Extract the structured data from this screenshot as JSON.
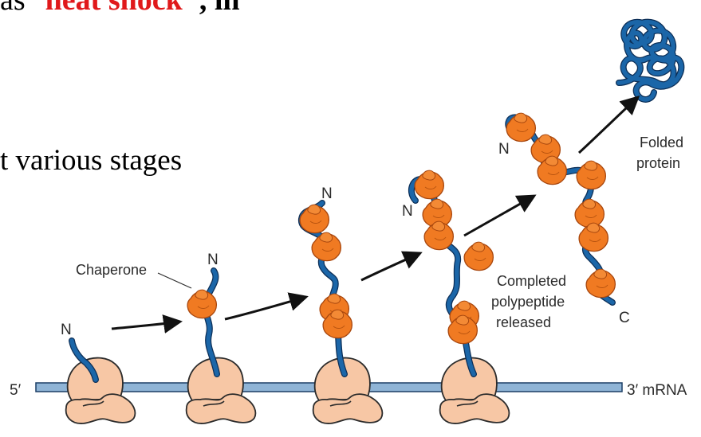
{
  "slide": {
    "title_prefix": " as \"",
    "title_highlight": "heat shock",
    "title_suffix": "\", in",
    "body_fragment": "t various stages"
  },
  "diagram": {
    "labels": {
      "five_prime": "5′",
      "three_prime_mrna": "3′  mRNA",
      "chaperone": "Chaperone",
      "n_terminus": "N",
      "c_terminus": "C",
      "completed_line1": "Completed",
      "completed_line2": "polypeptide",
      "completed_line3": "released",
      "folded_line1": "Folded",
      "folded_line2": "protein"
    },
    "colors": {
      "ribosome_fill": "#f7c7a5",
      "ribosome_stroke": "#2b2b2b",
      "chaperone_fill": "#f07a22",
      "chaperone_stroke": "#a8470e",
      "polypeptide": "#1b66a8",
      "polypeptide_outline": "#0d2f57",
      "mrna_fill": "#8fb4d6",
      "arrow": "#111111",
      "title_accent": "#e0191b"
    }
  }
}
